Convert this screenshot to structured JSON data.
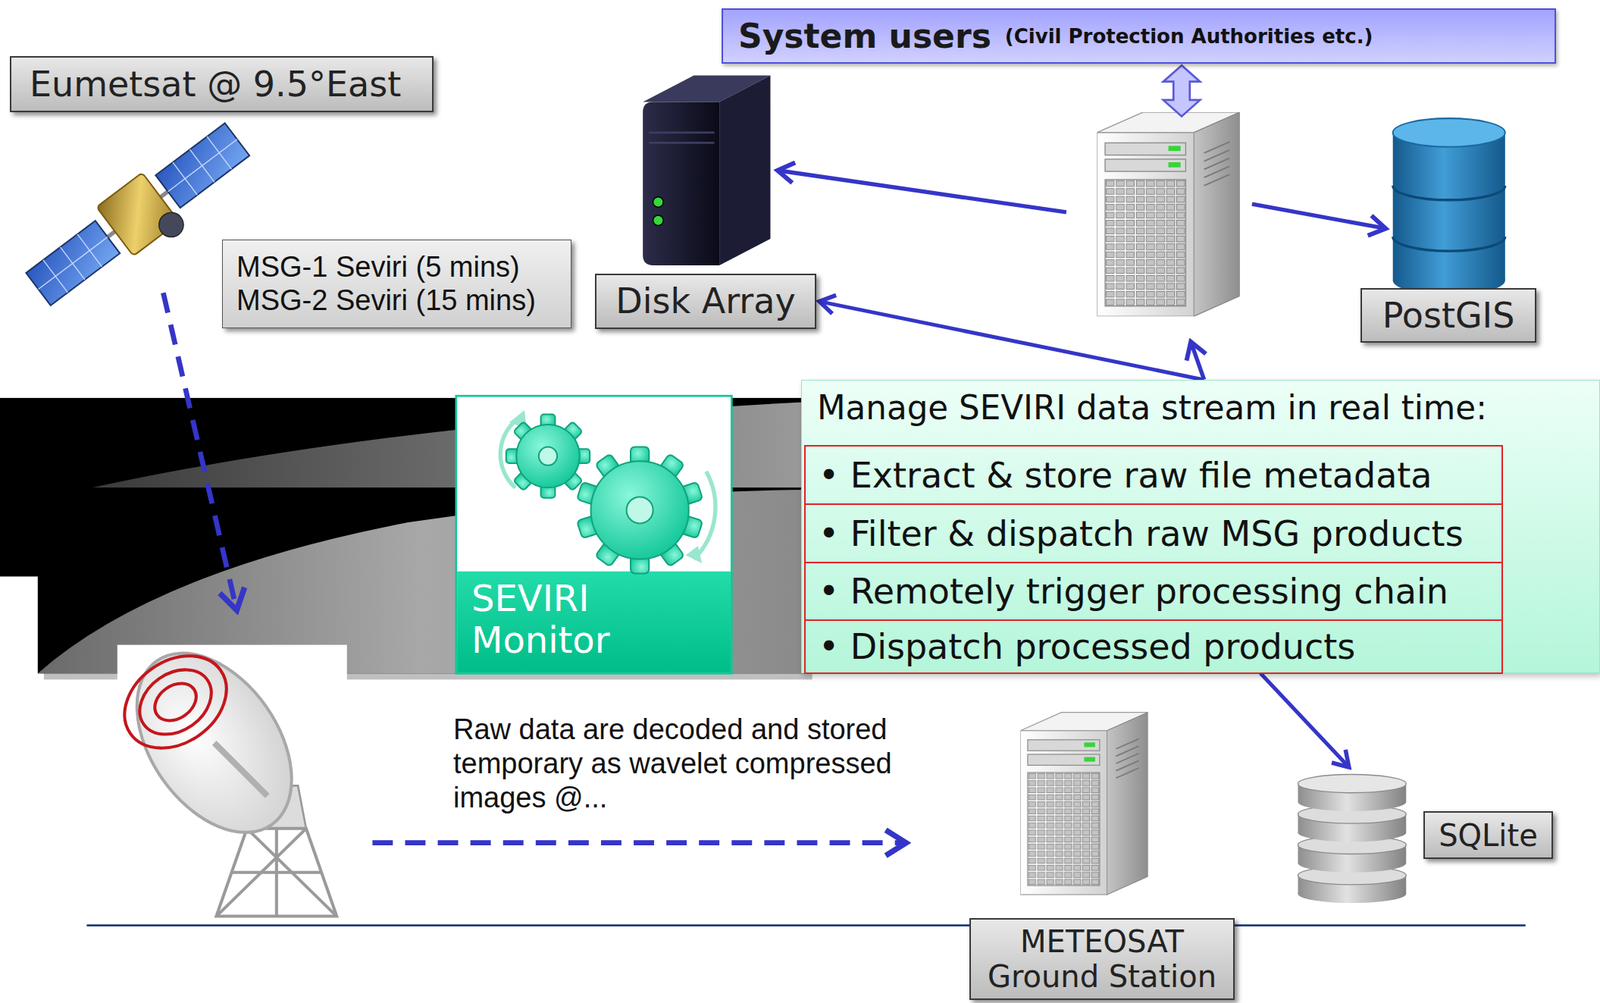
{
  "diagram": {
    "nodes": [
      {
        "text": [
          "System users",
          "(Civil Protection Authorities etc.)"
        ]
      },
      {
        "text": [
          "Eumetsat @ 9.5°East"
        ]
      },
      {
        "text": [
          "Disk Array"
        ]
      },
      {
        "text": [
          "PostGIS"
        ]
      },
      {
        "text": [
          "MSG-1 Seviri (5 mins) MSG-2 Seviri (15 mins)"
        ]
      },
      {
        "text": [
          "SEVIRI Monitor"
        ]
      },
      {
        "text": [
          "Manage SEVIRI data stream in real time:"
        ]
      },
      {
        "text": [
          "• Extract & store raw file metadata"
        ],
        "in": 6
      },
      {
        "text": [
          "• Filter & dispatch raw MSG products"
        ],
        "in": 6
      },
      {
        "text": [
          "• Remotely trigger processing chain"
        ],
        "in": 6
      },
      {
        "text": [
          "• Dispatch processed products"
        ],
        "in": 6
      },
      {
        "text": [
          "SQLite"
        ]
      },
      {
        "text": [
          "METEOSAT Ground Station"
        ]
      }
    ],
    "edges": [
      {
        "from": 6,
        "to": 2,
        "arrow": "to"
      },
      {
        "from": 6,
        "to": 11,
        "arrow": "to"
      }
    ],
    "labels": [
      "Raw data are decoded and stored temporary as wavelet compressed images @..."
    ]
  }
}
